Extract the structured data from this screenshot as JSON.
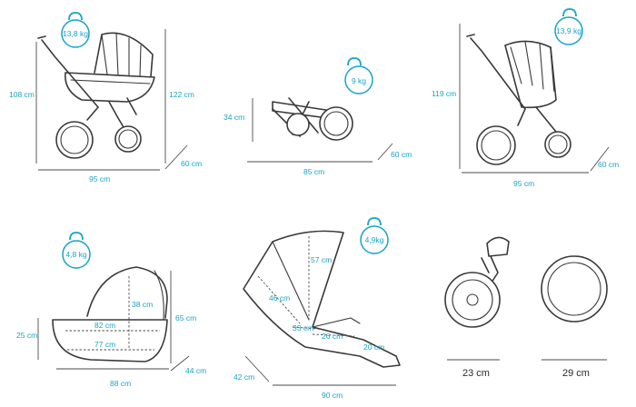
{
  "panels": {
    "carrycot_stroller": {
      "weight": "13,8 kg",
      "height_label": "108 cm",
      "height_total_label": "122 cm",
      "width_label": "95 cm",
      "depth_label": "60 cm"
    },
    "folded_frame": {
      "weight": "9 kg",
      "height_label": "34 cm",
      "width_label": "85 cm",
      "depth_label": "60 cm"
    },
    "seat_stroller": {
      "weight": "13,9 kg",
      "height_label": "119 cm",
      "width_label": "95 cm",
      "depth_label": "60 cm"
    },
    "carrycot": {
      "weight": "4,8 kg",
      "height_left_label": "25 cm",
      "inner_top_label": "82 cm",
      "inner_height_label": "38 cm",
      "inner_bottom_label": "77 cm",
      "height_right_label": "65 cm",
      "width_label": "88 cm",
      "depth_label": "44 cm"
    },
    "seat_unit": {
      "weight": "4,9kg",
      "back_height_label": "57 cm",
      "back_length_label": "46 cm",
      "seat_width_label": "33 cm",
      "seat_depth_label": "26 cm",
      "footrest_label": "20 cm",
      "depth_label": "42 cm",
      "length_label": "90 cm"
    },
    "wheels": {
      "front_label": "23 cm",
      "rear_label": "29 cm"
    }
  },
  "colors": {
    "accent": "#17a3c8",
    "line": "#3a3a3a"
  },
  "icons": [
    "weight-icon"
  ]
}
